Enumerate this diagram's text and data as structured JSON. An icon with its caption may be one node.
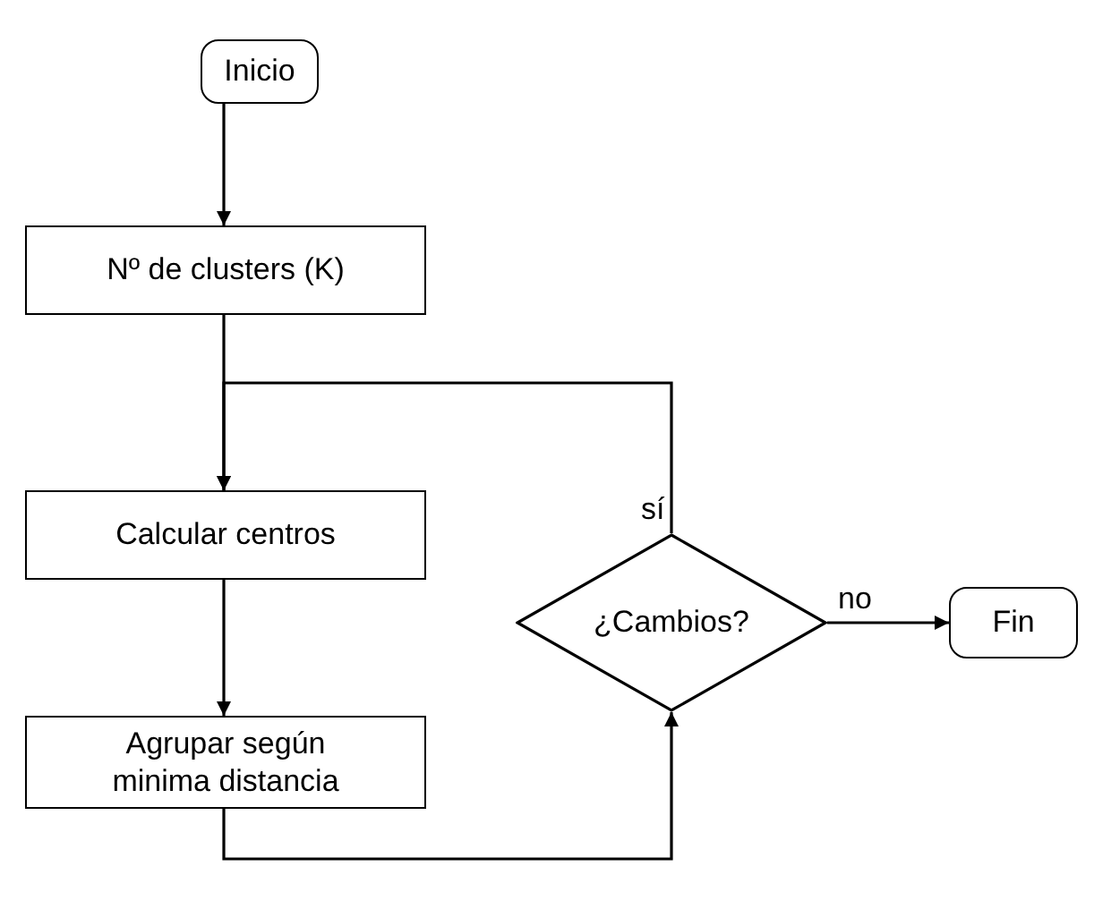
{
  "diagram": {
    "nodes": [
      {
        "text": [
          "Inicio"
        ]
      },
      {
        "text": [
          "Nº de clusters (K)"
        ]
      },
      {
        "text": [
          "Calcular centros"
        ]
      },
      {
        "text": [
          "Agrupar según minima distancia"
        ]
      },
      {
        "text": [
          "¿Cambios?"
        ]
      },
      {
        "text": [
          "Fin"
        ]
      }
    ],
    "edges": [
      {
        "from": 0,
        "to": 1,
        "arrow": "to"
      },
      {
        "from": 1,
        "to": 2,
        "arrow": "to"
      },
      {
        "from": 2,
        "to": 3,
        "arrow": "to"
      },
      {
        "from": 3,
        "to": 4,
        "arrow": "to"
      },
      {
        "from": 4,
        "to": 2,
        "arrow": "to",
        "label": "sí"
      },
      {
        "from": 4,
        "to": 5,
        "arrow": "to",
        "label": "no"
      }
    ]
  }
}
